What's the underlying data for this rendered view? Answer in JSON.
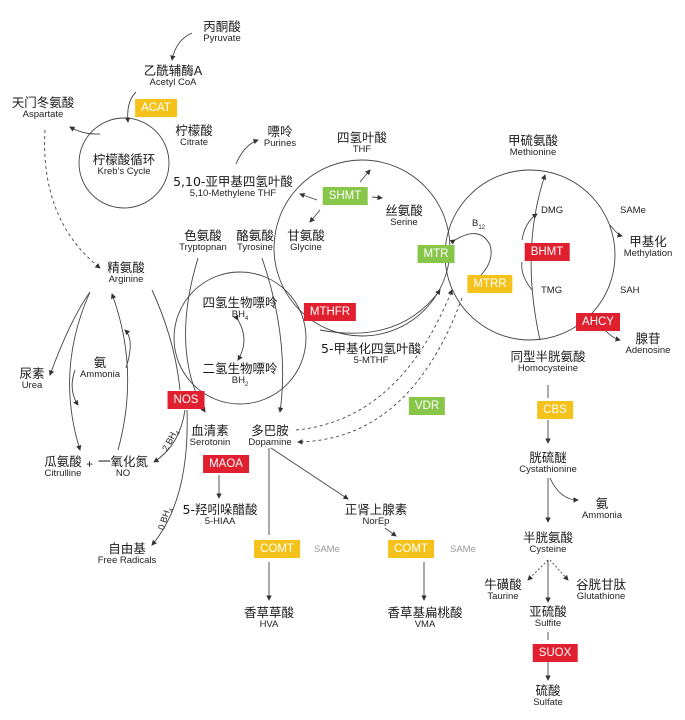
{
  "nodes": {
    "pyruvate": {
      "zh": "丙酮酸",
      "en": "Pyruvate"
    },
    "acetyl_coa": {
      "zh": "乙酰辅酶A",
      "en": "Acetyl CoA"
    },
    "aspartate": {
      "zh": "天门冬氨酸",
      "en": "Aspartate"
    },
    "citrate": {
      "zh": "柠檬酸",
      "en": "Citrate"
    },
    "krebs": {
      "zh": "柠檬酸循环",
      "en": "Kreb's Cycle"
    },
    "purines": {
      "zh": "嘌呤",
      "en": "Purines"
    },
    "methylene_thf": {
      "zh": "5,10-亚甲基四氢叶酸",
      "en": "5,10-Methylene THF"
    },
    "thf": {
      "zh": "四氢叶酸",
      "en": "THF"
    },
    "serine": {
      "zh": "丝氨酸",
      "en": "Serine"
    },
    "glycine": {
      "zh": "甘氨酸",
      "en": "Glycine"
    },
    "tryptophan": {
      "zh": "色氨酸",
      "en": "Tryptopnan"
    },
    "tyrosine": {
      "zh": "酪氨酸",
      "en": "Tyrosine"
    },
    "methionine": {
      "zh": "甲硫氨酸",
      "en": "Methionine"
    },
    "methylation": {
      "zh": "甲基化",
      "en": "Methylation"
    },
    "adenosine": {
      "zh": "腺苷",
      "en": "Adenosine"
    },
    "homocysteine": {
      "zh": "同型半胱氨酸",
      "en": "Homocysteine"
    },
    "arginine": {
      "zh": "精氨酸",
      "en": "Arginine"
    },
    "bh4": {
      "zh": "四氢生物嘌呤",
      "en": "BH",
      "sub": "4"
    },
    "bh2": {
      "zh": "二氢生物嘌呤",
      "en": "BH",
      "sub": "2"
    },
    "mthf": {
      "zh": "5-甲基化四氢叶酸",
      "en": "5-MTHF"
    },
    "urea": {
      "zh": "尿素",
      "en": "Urea"
    },
    "ammonia_left": {
      "zh": "氨",
      "en": "Ammonia"
    },
    "citrulline": {
      "zh": "瓜氨酸",
      "en": "Citrulline"
    },
    "plus": "+",
    "no": {
      "zh": "一氧化氮",
      "en": "NO"
    },
    "serotonin": {
      "zh": "血清素",
      "en": "Serotonin"
    },
    "dopamine": {
      "zh": "多巴胺",
      "en": "Dopamine"
    },
    "hiaa": {
      "zh": "5-羟吲哚醋酸",
      "en": "5-HIAA"
    },
    "free_radicals": {
      "zh": "自由基",
      "en": "Free Radicals"
    },
    "norep": {
      "zh": "正肾上腺素",
      "en": "NorEp"
    },
    "hva": {
      "zh": "香草草酸",
      "en": "HVA"
    },
    "vma": {
      "zh": "香草基扁桃酸",
      "en": "VMA"
    },
    "cystathionine": {
      "zh": "胱硫醚",
      "en": "Cystathionine"
    },
    "ammonia_right": {
      "zh": "氨",
      "en": "Ammonia"
    },
    "cysteine": {
      "zh": "半胱氨酸",
      "en": "Cysteine"
    },
    "taurine": {
      "zh": "牛磺酸",
      "en": "Taurine"
    },
    "glutathione": {
      "zh": "谷胱甘肽",
      "en": "Glutathione"
    },
    "sulfite": {
      "zh": "亚硫酸",
      "en": "Sulfite"
    },
    "sulfate": {
      "zh": "硫酸",
      "en": "Sulfate"
    }
  },
  "enzymes": {
    "acat": {
      "label": "ACAT",
      "color": "yellow"
    },
    "shmt": {
      "label": "SHMT",
      "color": "green"
    },
    "mtr": {
      "label": "MTR",
      "color": "green"
    },
    "mtrr": {
      "label": "MTRR",
      "color": "yellow"
    },
    "bhmt": {
      "label": "BHMT",
      "color": "red"
    },
    "ahcy": {
      "label": "AHCY",
      "color": "red"
    },
    "mthfr": {
      "label": "MTHFR",
      "color": "red"
    },
    "nos": {
      "label": "NOS",
      "color": "red"
    },
    "vdr": {
      "label": "VDR",
      "color": "green"
    },
    "cbs": {
      "label": "CBS",
      "color": "yellow"
    },
    "maoa": {
      "label": "MAOA",
      "color": "red"
    },
    "comt1": {
      "label": "COMT",
      "color": "yellow"
    },
    "comt2": {
      "label": "COMT",
      "color": "yellow"
    },
    "suox": {
      "label": "SUOX",
      "color": "red"
    }
  },
  "labels": {
    "b12": "B",
    "b12_sub": "12",
    "dmg": "DMG",
    "tmg": "TMG",
    "same_top": "SAMe",
    "sah": "SAH",
    "same_comt1": "SAMe",
    "same_comt2": "SAMe",
    "bh4_2": "2 BH",
    "bh4_2_sub": "4",
    "bh4_0": "0 BH",
    "bh4_0_sub": "4"
  },
  "colors": {
    "red": "#e0202e",
    "yellow": "#f5c21b",
    "green": "#88c64a",
    "line": "#333333"
  }
}
